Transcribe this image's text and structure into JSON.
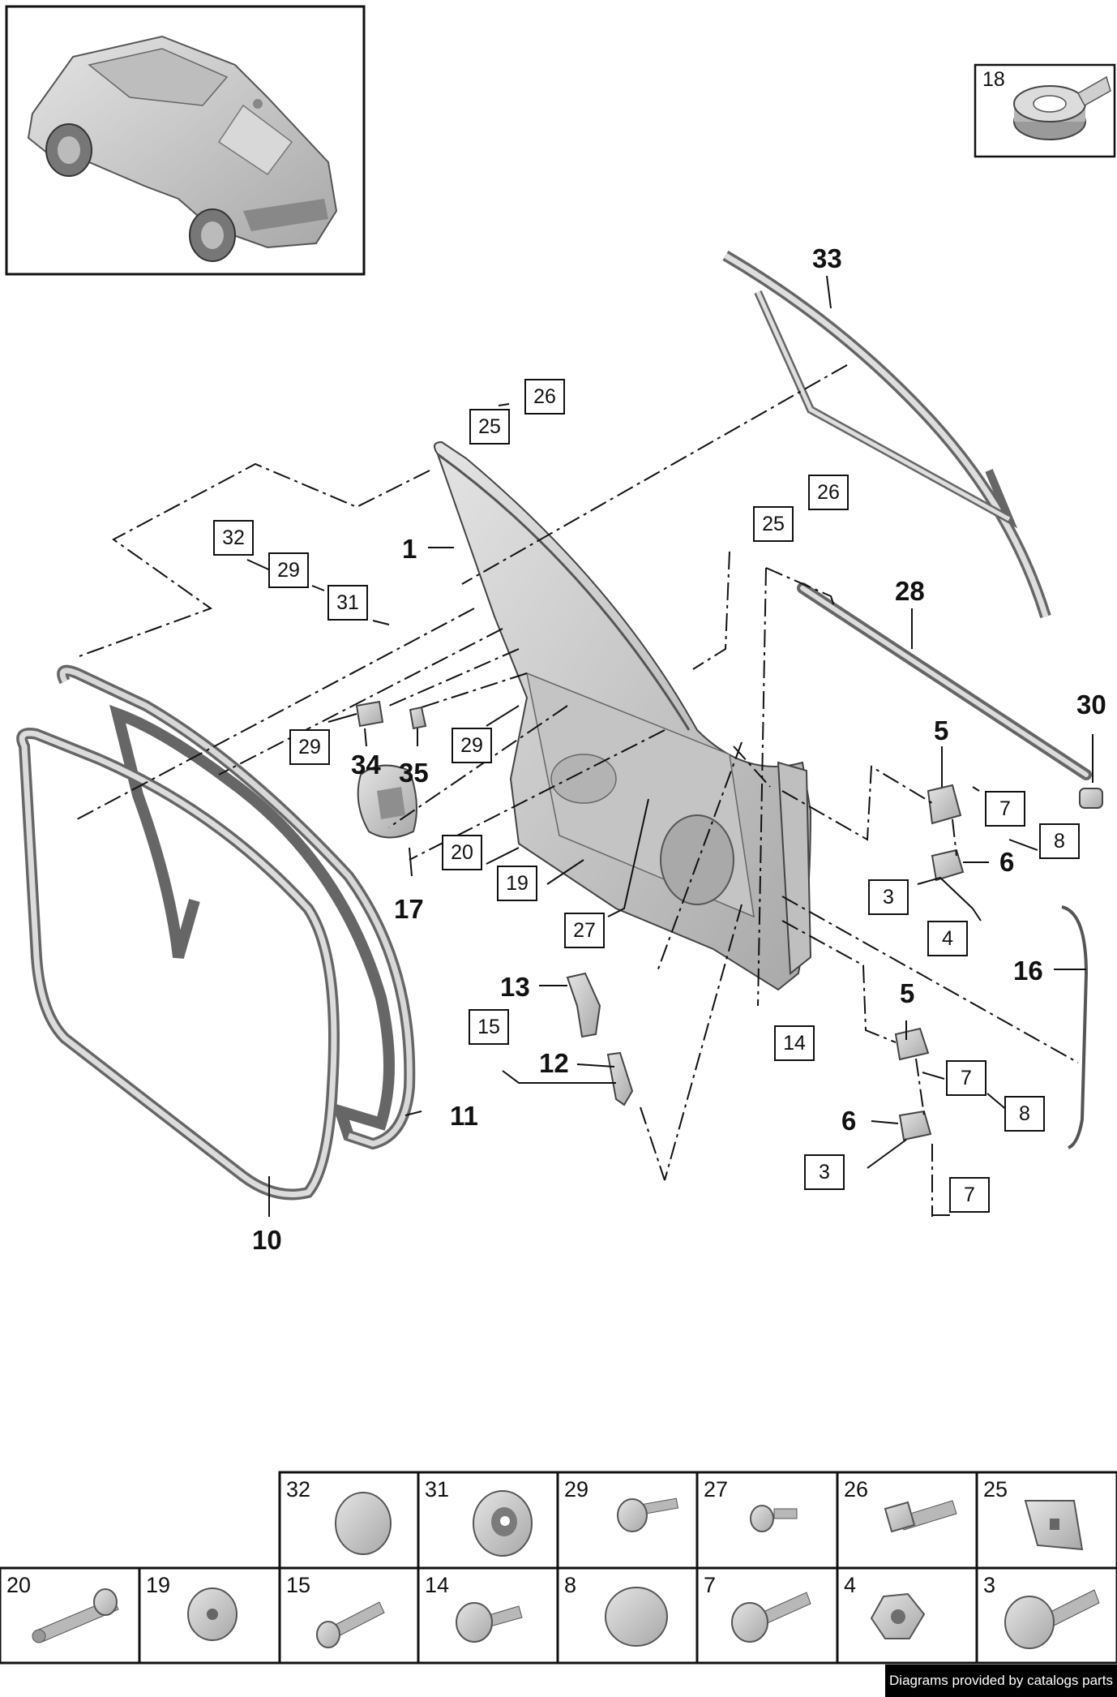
{
  "callouts_bold": {
    "c1": "1",
    "c33": "33",
    "c28": "28",
    "c30": "30",
    "c5a": "5",
    "c6a": "6",
    "c5b": "5",
    "c6b": "6",
    "c16": "16",
    "c34": "34",
    "c35": "35",
    "c17": "17",
    "c13": "13",
    "c12": "12",
    "c11": "11",
    "c10": "10"
  },
  "callouts_boxed": {
    "b18": "18",
    "b26a": "26",
    "b25a": "25",
    "b26b": "26",
    "b25b": "25",
    "b32": "32",
    "b29a": "29",
    "b31": "31",
    "b29b": "29",
    "b29c": "29",
    "b20": "20",
    "b19": "19",
    "b27": "27",
    "b7a": "7",
    "b8a": "8",
    "b3a": "3",
    "b4": "4",
    "b14": "14",
    "b15": "15",
    "b7b": "7",
    "b8b": "8",
    "b3b": "3",
    "b7c": "7"
  },
  "hardware_table": {
    "row1": [
      "32",
      "31",
      "29",
      "27",
      "26",
      "25"
    ],
    "row2": [
      "20",
      "19",
      "15",
      "14",
      "8",
      "7",
      "4",
      "3"
    ]
  },
  "footer": {
    "credit": "Diagrams provided by catalogs parts"
  },
  "colors": {
    "line": "#111111",
    "part_fill": "#cfcfcf",
    "part_shade": "#9a9a9a",
    "banner": "#000000"
  }
}
